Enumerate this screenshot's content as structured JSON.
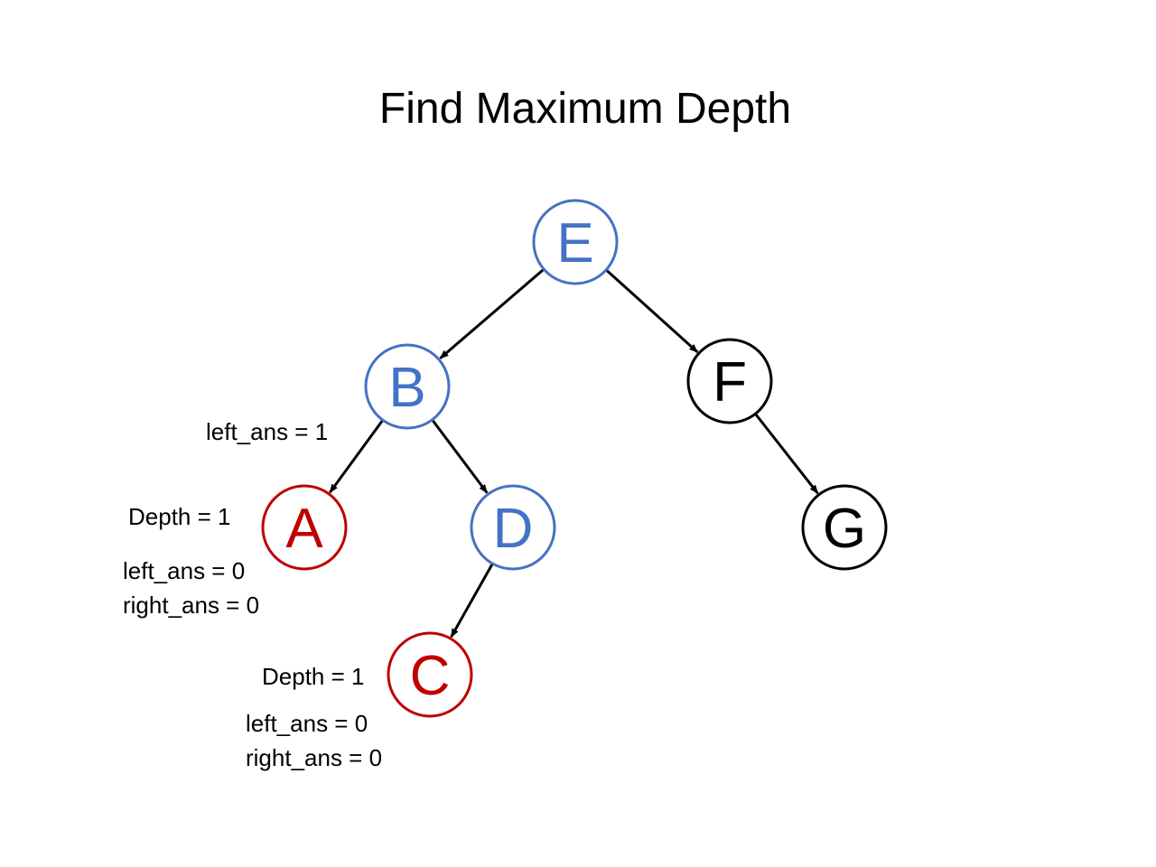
{
  "title": "Find Maximum Depth",
  "colors": {
    "visited": "#4472C4",
    "current": "#C00000",
    "unvisited": "#000000",
    "edge": "#000000"
  },
  "nodes": [
    {
      "id": "E",
      "label": "E",
      "state": "visited"
    },
    {
      "id": "B",
      "label": "B",
      "state": "visited"
    },
    {
      "id": "F",
      "label": "F",
      "state": "unvisited"
    },
    {
      "id": "A",
      "label": "A",
      "state": "current"
    },
    {
      "id": "D",
      "label": "D",
      "state": "visited"
    },
    {
      "id": "G",
      "label": "G",
      "state": "unvisited"
    },
    {
      "id": "C",
      "label": "C",
      "state": "current"
    }
  ],
  "edges": [
    {
      "from": "E",
      "to": "B"
    },
    {
      "from": "E",
      "to": "F"
    },
    {
      "from": "B",
      "to": "A"
    },
    {
      "from": "B",
      "to": "D"
    },
    {
      "from": "F",
      "to": "G"
    },
    {
      "from": "D",
      "to": "C"
    }
  ],
  "annotations": {
    "b_left_ans": "left_ans = 1",
    "a_depth": "Depth = 1",
    "a_left_ans": "left_ans = 0",
    "a_right_ans": "right_ans = 0",
    "c_depth": "Depth = 1",
    "c_left_ans": "left_ans = 0",
    "c_right_ans": "right_ans = 0"
  }
}
